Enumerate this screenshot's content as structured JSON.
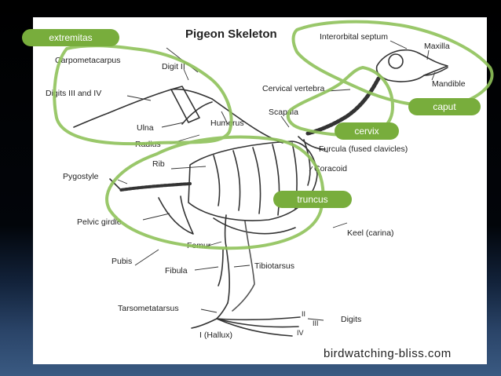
{
  "diagram": {
    "title": "Pigeon Skeleton",
    "watermark": "birdwatching-bliss.com",
    "labels": {
      "interorbital_septum": "Interorbital septum",
      "maxilla": "Maxilla",
      "mandible": "Mandible",
      "cervical_vertebra": "Cervical vertebra",
      "scapula": "Scapula",
      "furcula": "Furcula (fused clavicles)",
      "coracoid": "Coracoid",
      "keel": "Keel (carina)",
      "carpometacarpus": "Carpometacarpus",
      "digit_ii": "Digit II",
      "digits_iii_iv": "Digits III and IV",
      "ulna": "Ulna",
      "radius": "Radius",
      "humerus": "Humerus",
      "rib": "Rib",
      "pygostyle": "Pygostyle",
      "pelvic_girdle": "Pelvic girdle",
      "femur": "Femur",
      "pubis": "Pubis",
      "fibula": "Fibula",
      "tibiotarsus": "Tibiotarsus",
      "tarsometatarsus": "Tarsometatarsus",
      "digits": "Digits",
      "hallux": "I (Hallux)",
      "toe_ii": "II",
      "toe_iii": "III",
      "toe_iv": "IV"
    }
  },
  "regions": {
    "extremitas": "extremitas",
    "caput": "caput",
    "cervix": "cervix",
    "truncus": "truncus"
  },
  "colors": {
    "region_fill": "#78ad3c",
    "region_outline": "#8fc25a",
    "background_top": "#000000",
    "background_bottom": "#3a5a82"
  }
}
